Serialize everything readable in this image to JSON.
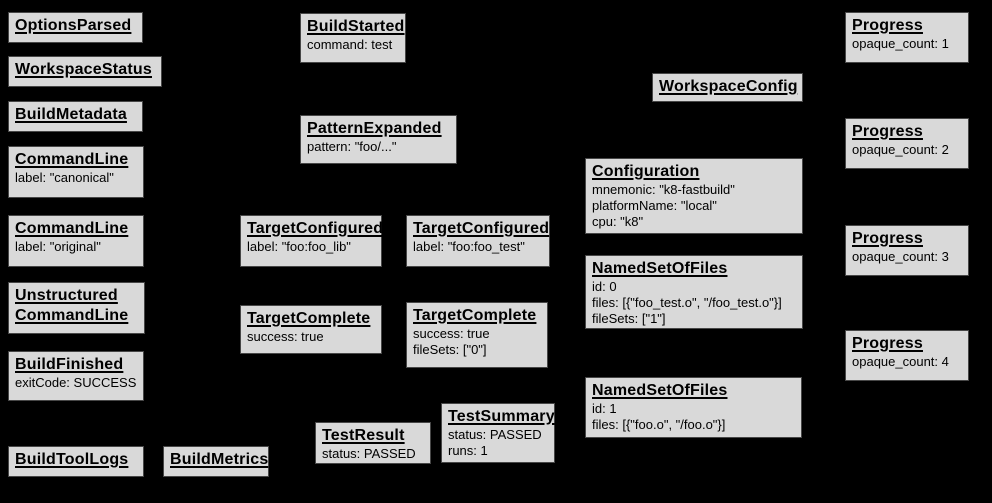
{
  "colors": {
    "background": "#000000",
    "box_fill": "#d9d9d9",
    "box_border": "#474747",
    "text": "#000000"
  },
  "boxes": [
    {
      "title": "OptionsParsed",
      "lines": []
    },
    {
      "title": "WorkspaceStatus",
      "lines": []
    },
    {
      "title": "BuildMetadata",
      "lines": []
    },
    {
      "title": "CommandLine",
      "lines": [
        "label: \"canonical\""
      ]
    },
    {
      "title": "CommandLine",
      "lines": [
        "label: \"original\""
      ]
    },
    {
      "title": "Unstructured\nCommandLine",
      "lines": []
    },
    {
      "title": "BuildFinished",
      "lines": [
        "exitCode: SUCCESS"
      ]
    },
    {
      "title": "BuildToolLogs",
      "lines": []
    },
    {
      "title": "BuildMetrics",
      "lines": []
    },
    {
      "title": "BuildStarted",
      "lines": [
        "command: test"
      ]
    },
    {
      "title": "PatternExpanded",
      "lines": [
        "pattern: \"foo/...\""
      ]
    },
    {
      "title": "TargetConfigured",
      "lines": [
        "label: \"foo:foo_lib\""
      ]
    },
    {
      "title": "TargetConfigured",
      "lines": [
        "label: \"foo:foo_test\""
      ]
    },
    {
      "title": "TargetComplete",
      "lines": [
        "success: true"
      ]
    },
    {
      "title": "TargetComplete",
      "lines": [
        "success: true",
        "fileSets: [\"0\"]"
      ]
    },
    {
      "title": "TestResult",
      "lines": [
        "status: PASSED"
      ]
    },
    {
      "title": "TestSummary",
      "lines": [
        "status: PASSED",
        "runs: 1"
      ]
    },
    {
      "title": "WorkspaceConfig",
      "lines": []
    },
    {
      "title": "Configuration",
      "lines": [
        "mnemonic: \"k8-fastbuild\"",
        "platformName: \"local\"",
        "cpu: \"k8\""
      ]
    },
    {
      "title": "NamedSetOfFiles",
      "lines": [
        "id: 0",
        "files: [{\"foo_test.o\", \"/foo_test.o\"}]",
        "fileSets: [\"1\"]"
      ]
    },
    {
      "title": "NamedSetOfFiles",
      "lines": [
        "id: 1",
        "files: [{\"foo.o\", \"/foo.o\"}]"
      ]
    },
    {
      "title": "Progress",
      "lines": [
        "opaque_count: 1"
      ]
    },
    {
      "title": "Progress",
      "lines": [
        "opaque_count: 2"
      ]
    },
    {
      "title": "Progress",
      "lines": [
        "opaque_count: 3"
      ]
    },
    {
      "title": "Progress",
      "lines": [
        "opaque_count: 4"
      ]
    }
  ]
}
